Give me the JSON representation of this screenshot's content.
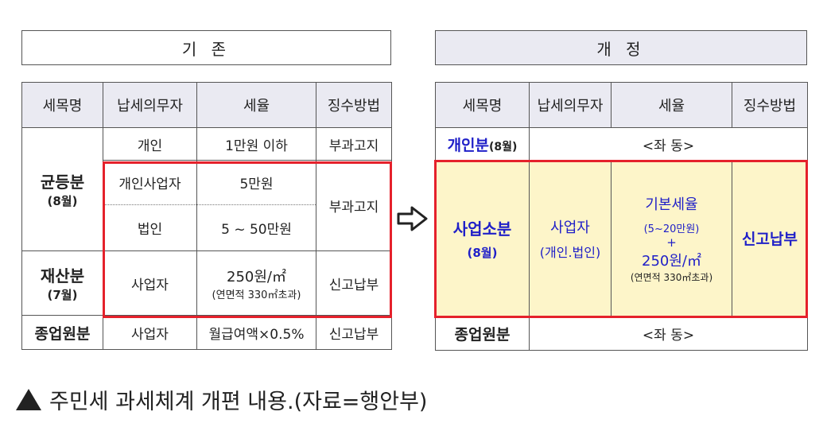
{
  "left": {
    "title": "기 존",
    "headers": [
      "세목명",
      "납세의무자",
      "세율",
      "징수방법"
    ],
    "row_gyundeung": {
      "name": "균등분",
      "period": "(8월)",
      "individual": {
        "payer": "개인",
        "rate": "1만원 이하",
        "method": "부과고지"
      },
      "business_individual": {
        "payer": "개인사업자",
        "rate": "5만원"
      },
      "corporation": {
        "payer": "법인",
        "rate": "5 ~ 50만원"
      },
      "business_method": "부과고지"
    },
    "row_jaesan": {
      "name": "재산분",
      "period": "(7월)",
      "payer": "사업자",
      "rate": "250원/㎡",
      "rate_note": "(연면적 330㎡초과)",
      "method": "신고납부"
    },
    "row_jongeop": {
      "name": "종업원분",
      "payer": "사업자",
      "rate": "월급여액×0.5%",
      "method": "신고납부"
    }
  },
  "right": {
    "title": "개 정",
    "headers": [
      "세목명",
      "납세의무자",
      "세율",
      "징수방법"
    ],
    "row_individual": {
      "name": "개인분",
      "period": "(8월)",
      "same": "<좌 동>"
    },
    "row_business": {
      "name": "사업소분",
      "period": "(8월)",
      "payer": "사업자",
      "payer_note": "(개인.법인)",
      "rate_title": "기본세율",
      "rate_range": "(5~20만원)",
      "plus": "+",
      "rate": "250원/㎡",
      "rate_note": "(연면적 330㎡초과)",
      "method": "신고납부"
    },
    "row_jongeop": {
      "name": "종업원분",
      "same": "<좌 동>"
    }
  },
  "caption": "주민세 과세체계 개편 내용.(자료=행안부)",
  "icons": {
    "arrow": "right-arrow-icon",
    "caption_marker": "triangle-icon"
  },
  "colors": {
    "highlight_red": "#e5212b",
    "yellow": "#fdf5c9",
    "blue_text": "#1f1fc8",
    "header_bg": "#eaeaf2"
  }
}
